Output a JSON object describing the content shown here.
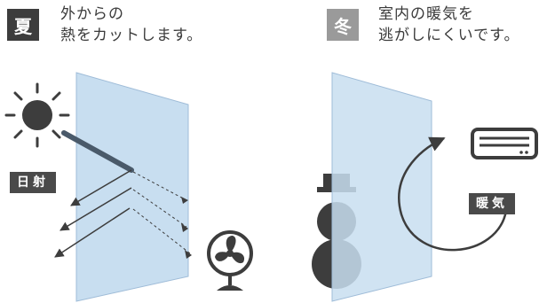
{
  "summer": {
    "badge": "夏",
    "caption_line1": "外からの",
    "caption_line2": "熱をカットします。",
    "sun_label": "日射"
  },
  "winter": {
    "badge": "冬",
    "caption_line1": "室内の暖気を",
    "caption_line2": "逃がしにくいです。",
    "heat_label": "暖気"
  },
  "colors": {
    "glass": "#c8def0",
    "glass_edge": "#9fbcd8",
    "dark": "#3d3d3d",
    "badge_summer": "#3d3d3d",
    "badge_winter": "#9a9a9a"
  },
  "icons": [
    "sun-icon",
    "electric-fan-icon",
    "snowman-icon",
    "air-conditioner-icon"
  ]
}
